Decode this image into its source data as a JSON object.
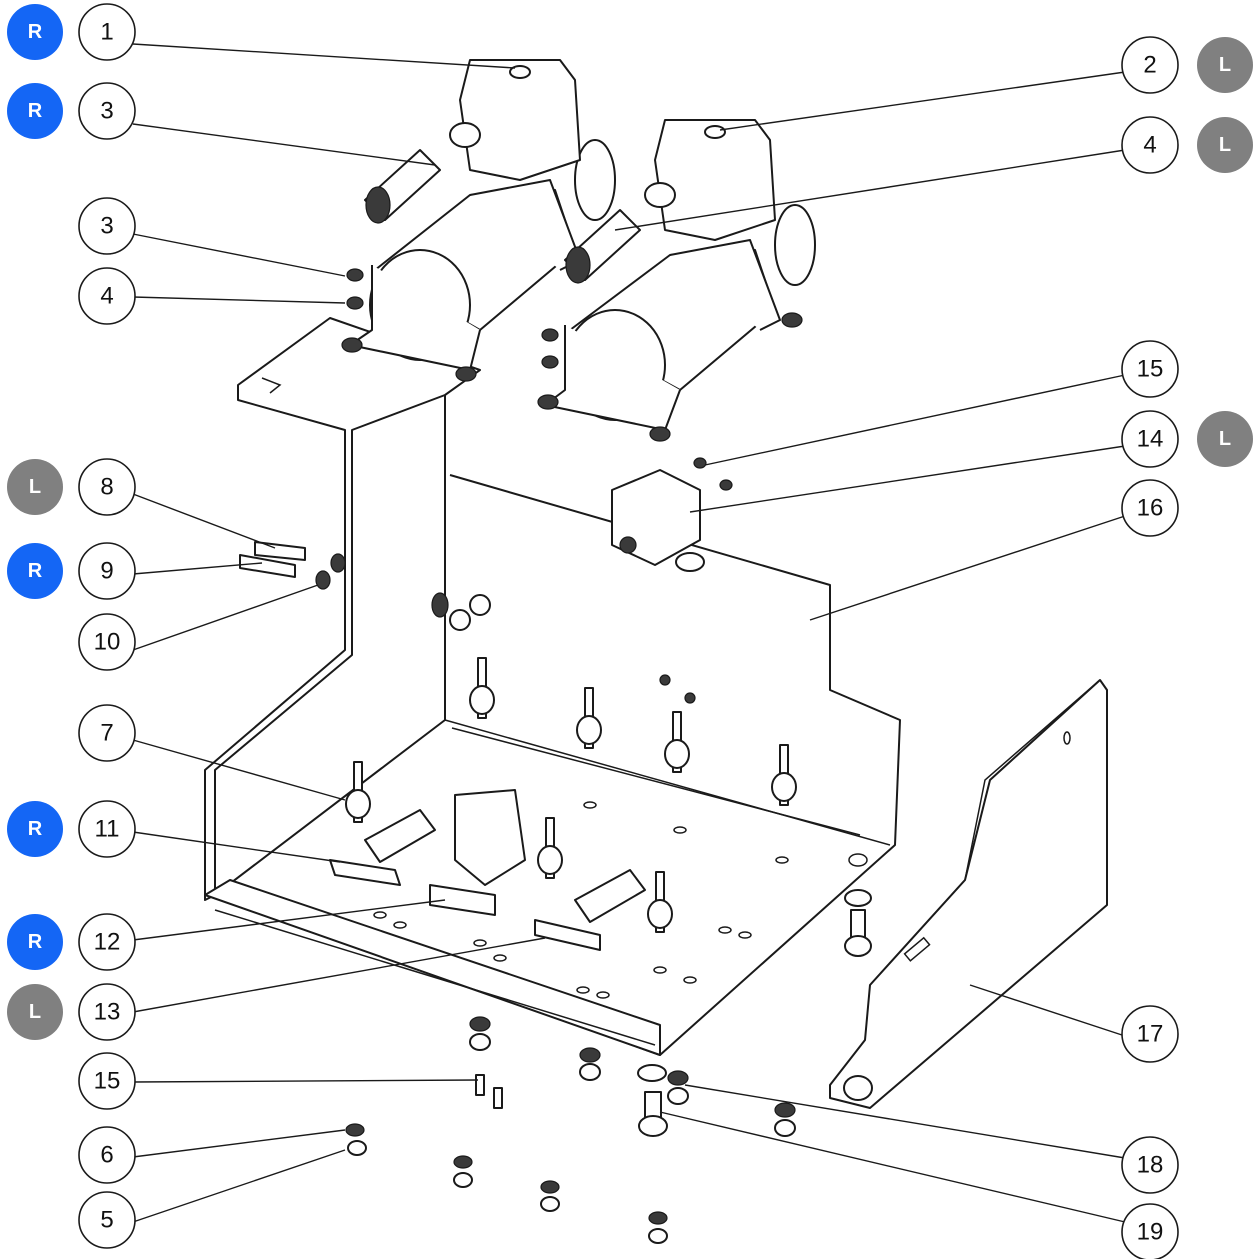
{
  "badge_colors": {
    "R": "#1466f5",
    "L": "#808080"
  },
  "callouts": [
    {
      "id": "c1-top",
      "label": "1",
      "badge": "R"
    },
    {
      "id": "c3-top",
      "label": "3",
      "badge": "R"
    },
    {
      "id": "c3-mid",
      "label": "3",
      "badge": ""
    },
    {
      "id": "c4-mid",
      "label": "4",
      "badge": ""
    },
    {
      "id": "c8",
      "label": "8",
      "badge": "L"
    },
    {
      "id": "c9",
      "label": "9",
      "badge": "R"
    },
    {
      "id": "c10",
      "label": "10",
      "badge": ""
    },
    {
      "id": "c7",
      "label": "7",
      "badge": ""
    },
    {
      "id": "c11",
      "label": "11",
      "badge": "R"
    },
    {
      "id": "c12",
      "label": "12",
      "badge": "R"
    },
    {
      "id": "c13",
      "label": "13",
      "badge": "L"
    },
    {
      "id": "c15-bot",
      "label": "15",
      "badge": ""
    },
    {
      "id": "c6",
      "label": "6",
      "badge": ""
    },
    {
      "id": "c5",
      "label": "5",
      "badge": ""
    },
    {
      "id": "c2",
      "label": "2",
      "badge": "L"
    },
    {
      "id": "c4-top",
      "label": "4",
      "badge": "L"
    },
    {
      "id": "c15-top",
      "label": "15",
      "badge": ""
    },
    {
      "id": "c14",
      "label": "14",
      "badge": "L"
    },
    {
      "id": "c16",
      "label": "16",
      "badge": ""
    },
    {
      "id": "c17",
      "label": "17",
      "badge": ""
    },
    {
      "id": "c18",
      "label": "18",
      "badge": ""
    },
    {
      "id": "c19",
      "label": "19",
      "badge": ""
    }
  ]
}
